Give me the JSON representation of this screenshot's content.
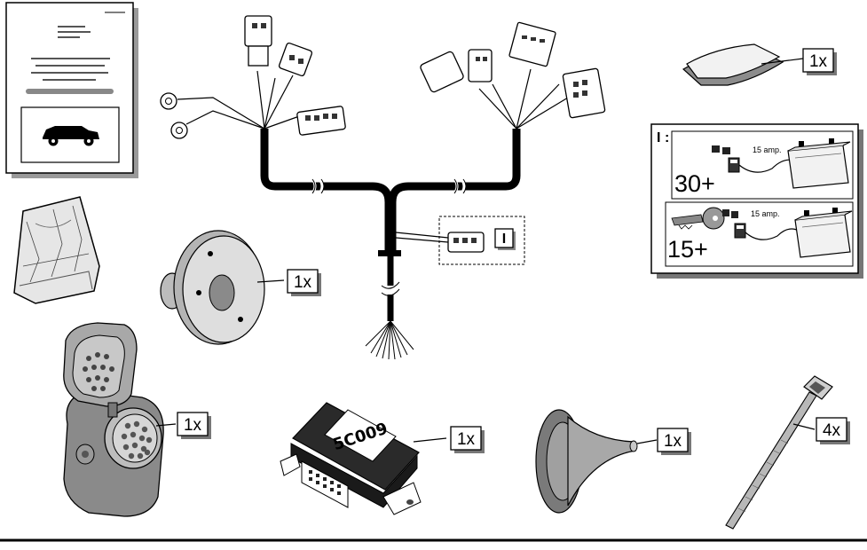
{
  "quantities": {
    "tape": "1x",
    "grommet_plate": "1x",
    "socket": "1x",
    "module": "1x",
    "boot": "1x",
    "cable_tie": "4x"
  },
  "harness": {
    "inset_marker": "I"
  },
  "module": {
    "code": "5C009"
  },
  "connection_card": {
    "marker": "I",
    "separator": ":",
    "permanent_label": "30+",
    "ignition_label": "15+",
    "fuse_rating_1": "15 amp.",
    "fuse_rating_2": "15 amp."
  },
  "icons": {
    "manual": "manual-icon",
    "bag": "plastic-bag-icon",
    "car": "car-icon",
    "key": "key-icon",
    "battery": "battery-icon",
    "fuse": "fuse-icon"
  }
}
